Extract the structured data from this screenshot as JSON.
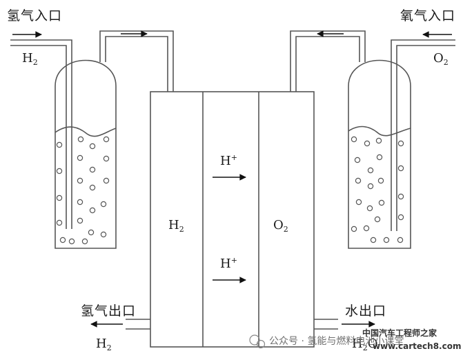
{
  "labels": {
    "hydrogen_inlet": "氢气入口",
    "oxygen_inlet": "氧气入口",
    "hydrogen_outlet": "氢气出口",
    "water_outlet": "水出口",
    "h2_symbol": "H",
    "h2_subscript": "2",
    "o2_symbol": "O",
    "o2_subscript": "2",
    "h2o_symbol_h": "H",
    "h2o_subscript": "2",
    "h2o_symbol_o": "O",
    "proton_symbol": "H",
    "proton_charge": "+"
  },
  "watermark": {
    "account": "公众号 · 氢能与燃料电池小课堂",
    "site_title": "中国汽车工程师之家",
    "site_url": "www.cartech8.com"
  },
  "colors": {
    "line": "#555555",
    "arrow": "#111111",
    "background": "#ffffff"
  }
}
